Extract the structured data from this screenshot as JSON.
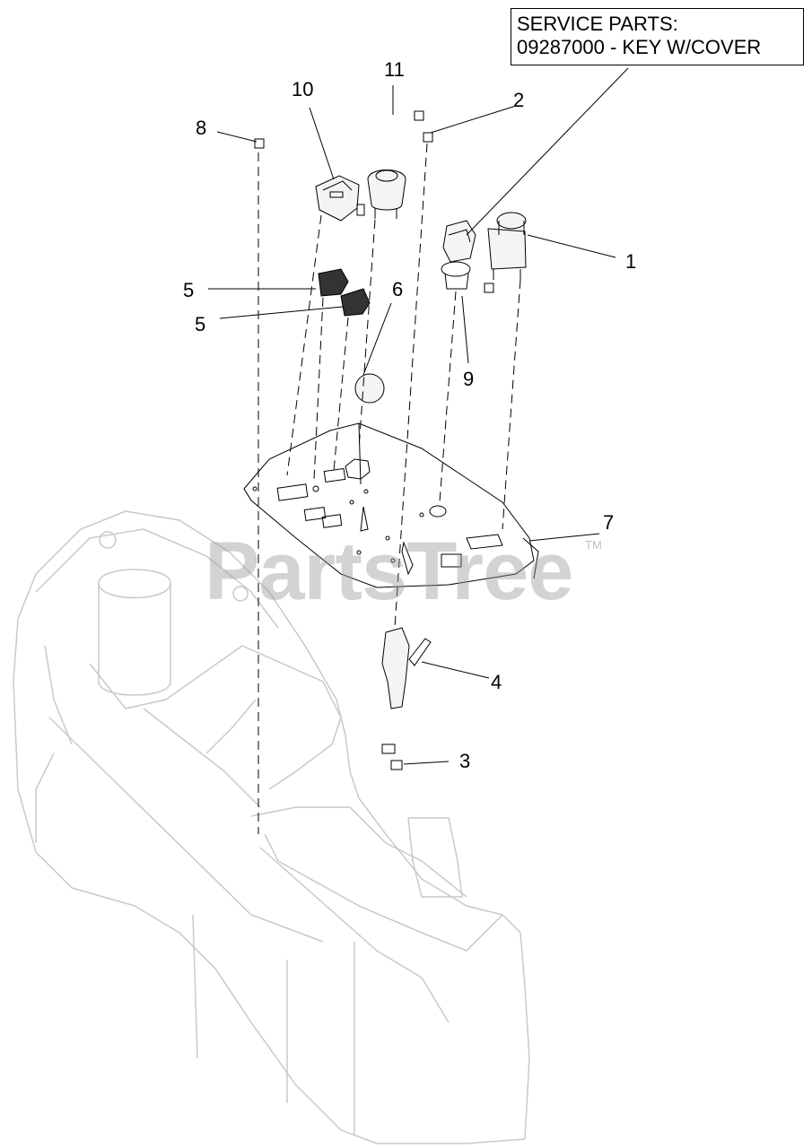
{
  "service_box": {
    "heading": "SERVICE PARTS:",
    "line": "09287000 - KEY W/COVER"
  },
  "watermark": {
    "text": "PartsTree",
    "tm": "TM"
  },
  "callouts": {
    "c1": "1",
    "c2": "2",
    "c3": "3",
    "c4": "4",
    "c5a": "5",
    "c5b": "5",
    "c6": "6",
    "c7": "7",
    "c8": "8",
    "c9": "9",
    "c10": "10",
    "c11": "11"
  }
}
